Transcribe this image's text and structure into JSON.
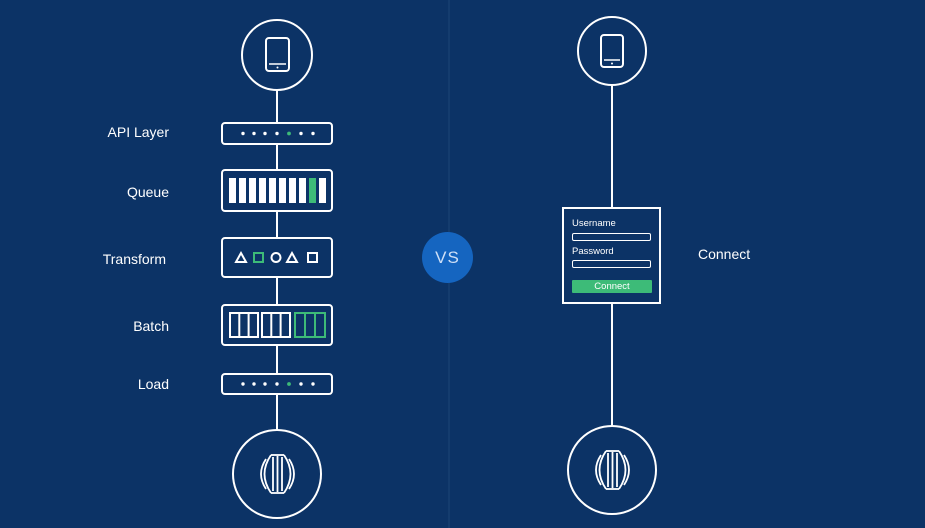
{
  "left_pipeline": {
    "stages": [
      {
        "label": "API Layer"
      },
      {
        "label": "Queue"
      },
      {
        "label": "Transform"
      },
      {
        "label": "Batch"
      },
      {
        "label": "Load"
      }
    ],
    "top_node": "tablet-icon",
    "bottom_node": "database-icon"
  },
  "divider": {
    "label": "VS"
  },
  "right_pipeline": {
    "side_label": "Connect",
    "form": {
      "username_label": "Username",
      "password_label": "Password",
      "button_label": "Connect"
    },
    "top_node": "tablet-icon",
    "bottom_node": "database-icon"
  },
  "colors": {
    "background": "#0c3366",
    "line": "#ffffff",
    "accent": "#3dbb78",
    "vs_badge": "#1565c0"
  }
}
